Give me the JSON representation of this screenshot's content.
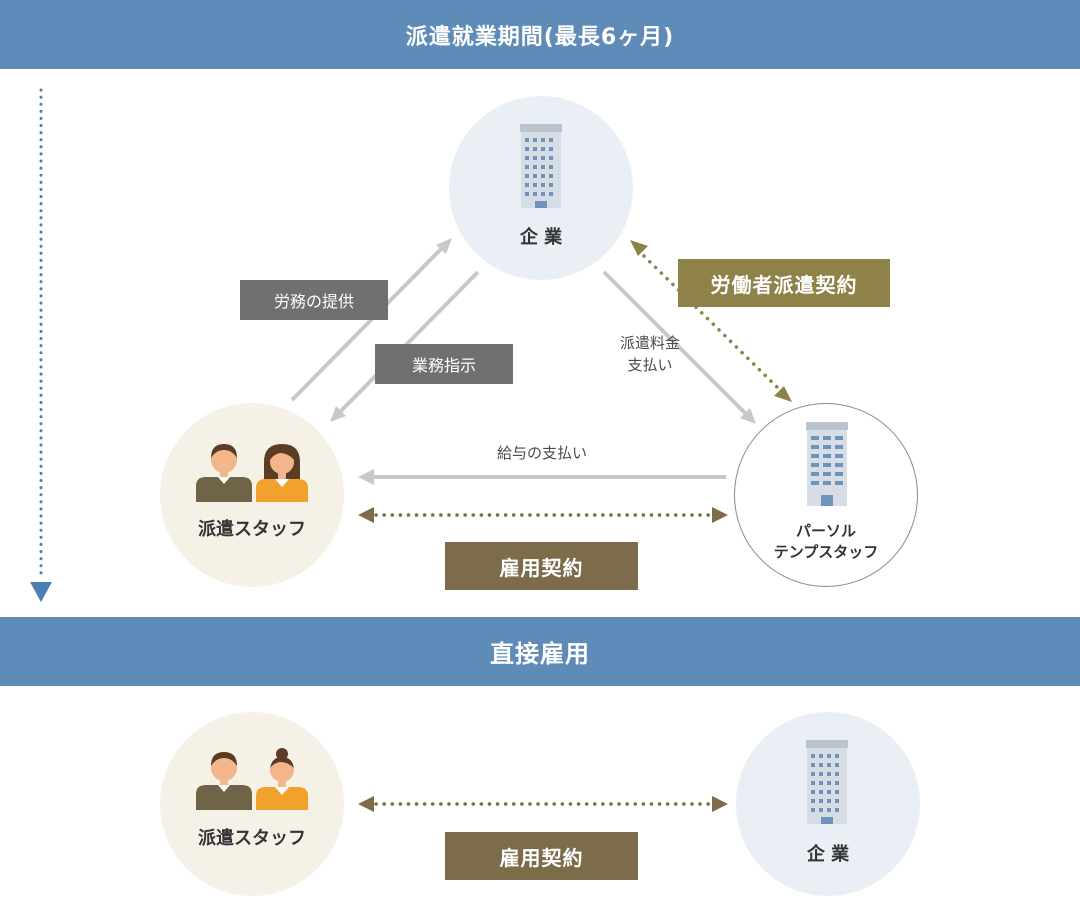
{
  "header": {
    "title": "派遣就業期間(最長6ヶ月)"
  },
  "section2": {
    "title": "直接雇用"
  },
  "dispatch": {
    "company_label": "企 業",
    "staff_label": "派遣スタッフ",
    "agency_label_line1": "パーソル",
    "agency_label_line2": "テンプスタッフ",
    "labor_provision": "労務の提供",
    "work_instruction": "業務指示",
    "dispatch_fee_line1": "派遣料金",
    "dispatch_fee_line2": "支払い",
    "salary_payment": "給与の支払い",
    "worker_dispatch_contract": "労働者派遣契約",
    "employment_contract": "雇用契約"
  },
  "direct": {
    "staff_label": "派遣スタッフ",
    "company_label": "企 業",
    "employment_contract": "雇用契約"
  },
  "colors": {
    "band": "#5f8bb8",
    "timeline_arrow": "#4f7fb2",
    "gray_arrow": "#c8c8c8",
    "olive": "#8e8248",
    "brown": "#7c6c4a"
  },
  "icons": {
    "building": "building-icon",
    "people": "people-icon"
  }
}
